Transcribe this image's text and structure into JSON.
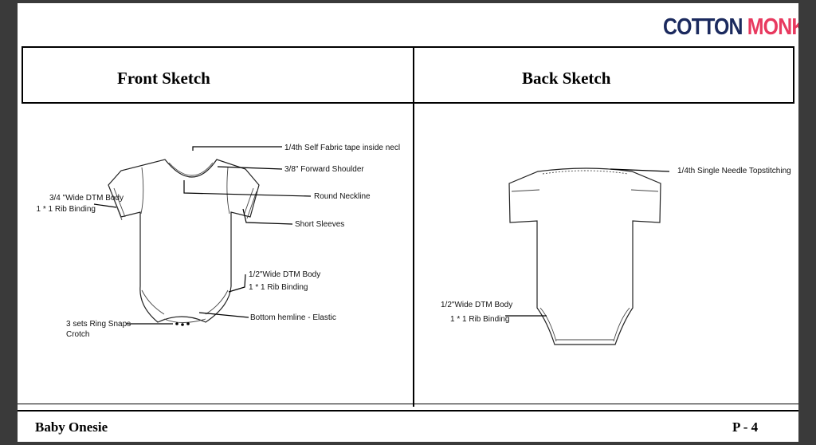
{
  "brand": {
    "word1": "COTTON",
    "word2": "MONK",
    "color1": "#1b2a5e",
    "color2": "#e8395f"
  },
  "header": {
    "front_title": "Front Sketch",
    "back_title": "Back Sketch"
  },
  "front": {
    "callouts": {
      "self_fabric_tape": "1/4th Self Fabric tape inside necl",
      "forward_shoulder": "3/8\" Forward Shoulder",
      "round_neckline": "Round Neckline",
      "sleeve_binding_1": "3/4 \"Wide DTM Body",
      "sleeve_binding_2": "1 * 1 Rib Binding",
      "short_sleeves": "Short Sleeves",
      "leg_binding_1": "1/2\"Wide DTM Body",
      "leg_binding_2": "1 * 1 Rib Binding",
      "bottom_hemline": "Bottom hemline - Elastic",
      "snaps_1": "3 sets Ring Snaps",
      "snaps_2": "Crotch"
    }
  },
  "back": {
    "callouts": {
      "topstitching": "1/4th Single Needle Topstitching",
      "leg_binding_1": "1/2\"Wide DTM Body",
      "leg_binding_2": "1 * 1 Rib Binding"
    }
  },
  "footer": {
    "title": "Baby Onesie",
    "page": "P - 4"
  }
}
